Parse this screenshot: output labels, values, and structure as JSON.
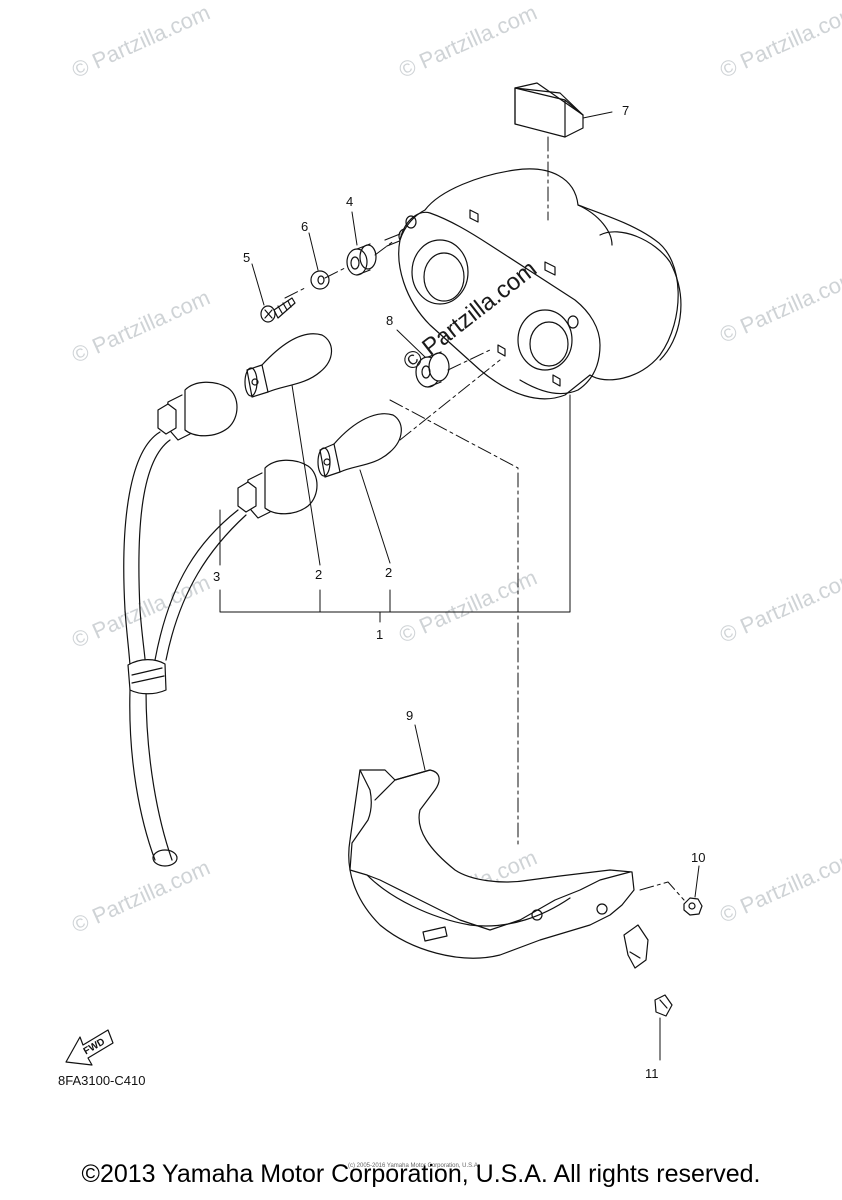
{
  "watermark": "© Partzilla.com",
  "center_watermark": "© Partzilla.com",
  "callouts": {
    "c1": "1",
    "c2a": "2",
    "c2b": "2",
    "c3": "3",
    "c4": "4",
    "c5": "5",
    "c6": "6",
    "c7": "7",
    "c8": "8",
    "c9": "9",
    "c10": "10",
    "c11": "11"
  },
  "fwd_label": "FWD",
  "diagram_id": "8FA3100-C410",
  "small_copyright": "(c) 2005-2016 Yamaha Motor Corporation, U.S.A.",
  "footer": "©2013 Yamaha Motor Corporation, U.S.A. All rights reserved."
}
